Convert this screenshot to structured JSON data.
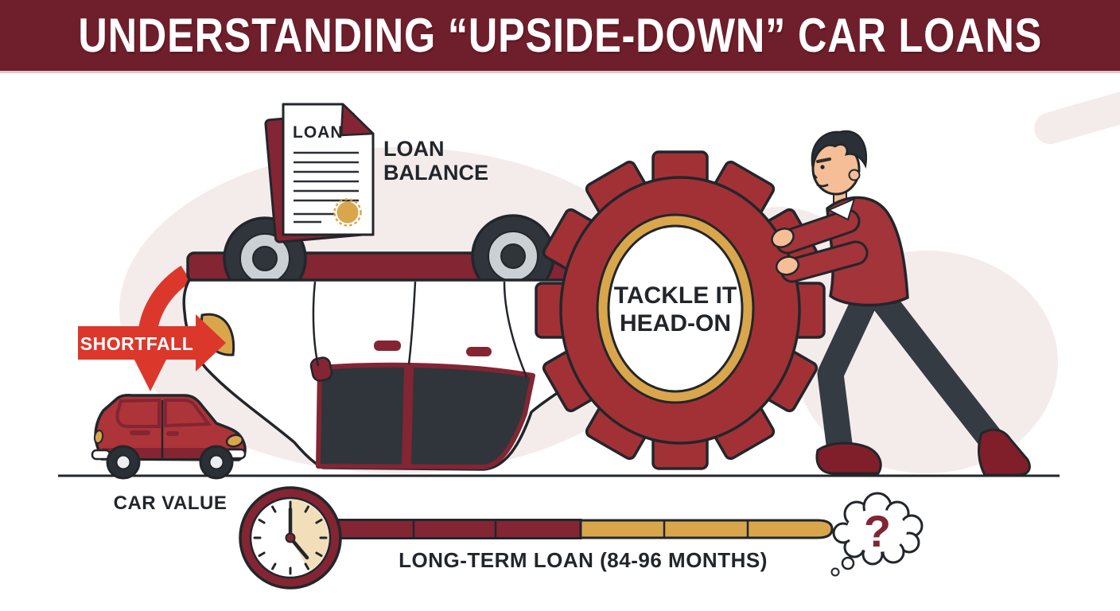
{
  "title": "UNDERSTANDING “UPSIDE-DOWN” CAR LOANS",
  "labels": {
    "document_title": "LOAN",
    "loan_balance_line1": "LOAN",
    "loan_balance_line2": "BALANCE",
    "shortfall": "SHORTFALL",
    "car_value": "CAR VALUE",
    "tackle_line1": "TACKLE IT",
    "tackle_line2": "HEAD-ON",
    "loan_term": "LONG-TERM LOAN (84-96 MONTHS)",
    "question_mark": "?"
  },
  "icons": {
    "clock": "clock-icon",
    "document": "loan-contract-icon",
    "gear": "gear-icon",
    "thought_bubble": "thought-bubble-icon"
  },
  "colors": {
    "banner": "#6F1E2B",
    "ink": "#22262B",
    "maroon": "#832533",
    "gear_red": "#A23136",
    "bright_red": "#DC372B",
    "car_red": "#AD3438",
    "gold": "#D9A64B",
    "beige": "#F2DFBA",
    "blob": "#F4ECEB",
    "wheel_dark": "#2F353A",
    "wheel_light": "#CBD0D4",
    "pants": "#343B42",
    "sweater": "#A2343A",
    "shoe": "#801F2A",
    "skin": "#F5BE96",
    "hair": "#2B3036"
  }
}
